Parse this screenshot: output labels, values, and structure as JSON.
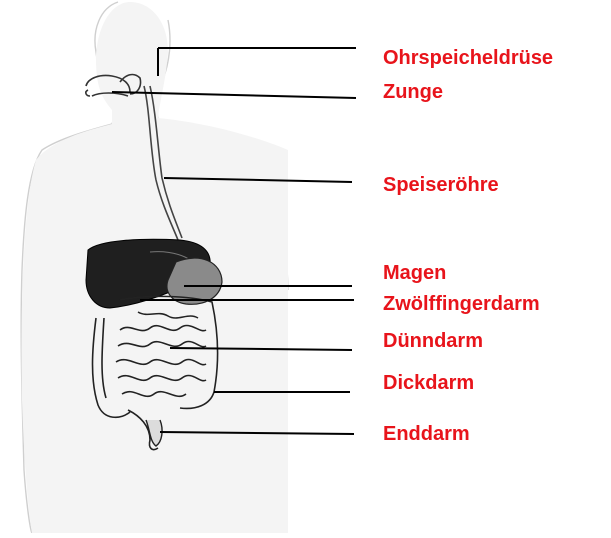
{
  "label_color": "#e8141b",
  "labels": [
    "Ohrspeicheldrüse",
    "Zunge",
    "Speiseröhre",
    "Magen",
    "Zwölffingerdarm",
    "Dünndarm",
    "Dickdarm",
    "Enddarm"
  ]
}
